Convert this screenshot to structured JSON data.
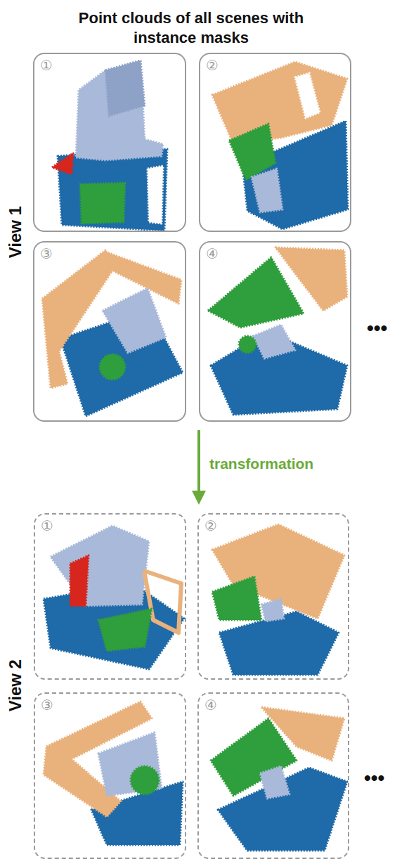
{
  "diagram": {
    "title": "Point clouds of all scenes with instance masks",
    "nodes": [
      {
        "text": [
          "①"
        ]
      },
      {
        "text": [
          "②"
        ]
      },
      {
        "text": [
          "③"
        ]
      },
      {
        "text": [
          "④"
        ]
      },
      {
        "text": [
          "①"
        ]
      },
      {
        "text": [
          "②"
        ]
      },
      {
        "text": [
          "③"
        ]
      },
      {
        "text": [
          "④"
        ]
      }
    ],
    "labels": [
      "View 1",
      "•••",
      "transformation",
      "View 2",
      "•••"
    ]
  }
}
